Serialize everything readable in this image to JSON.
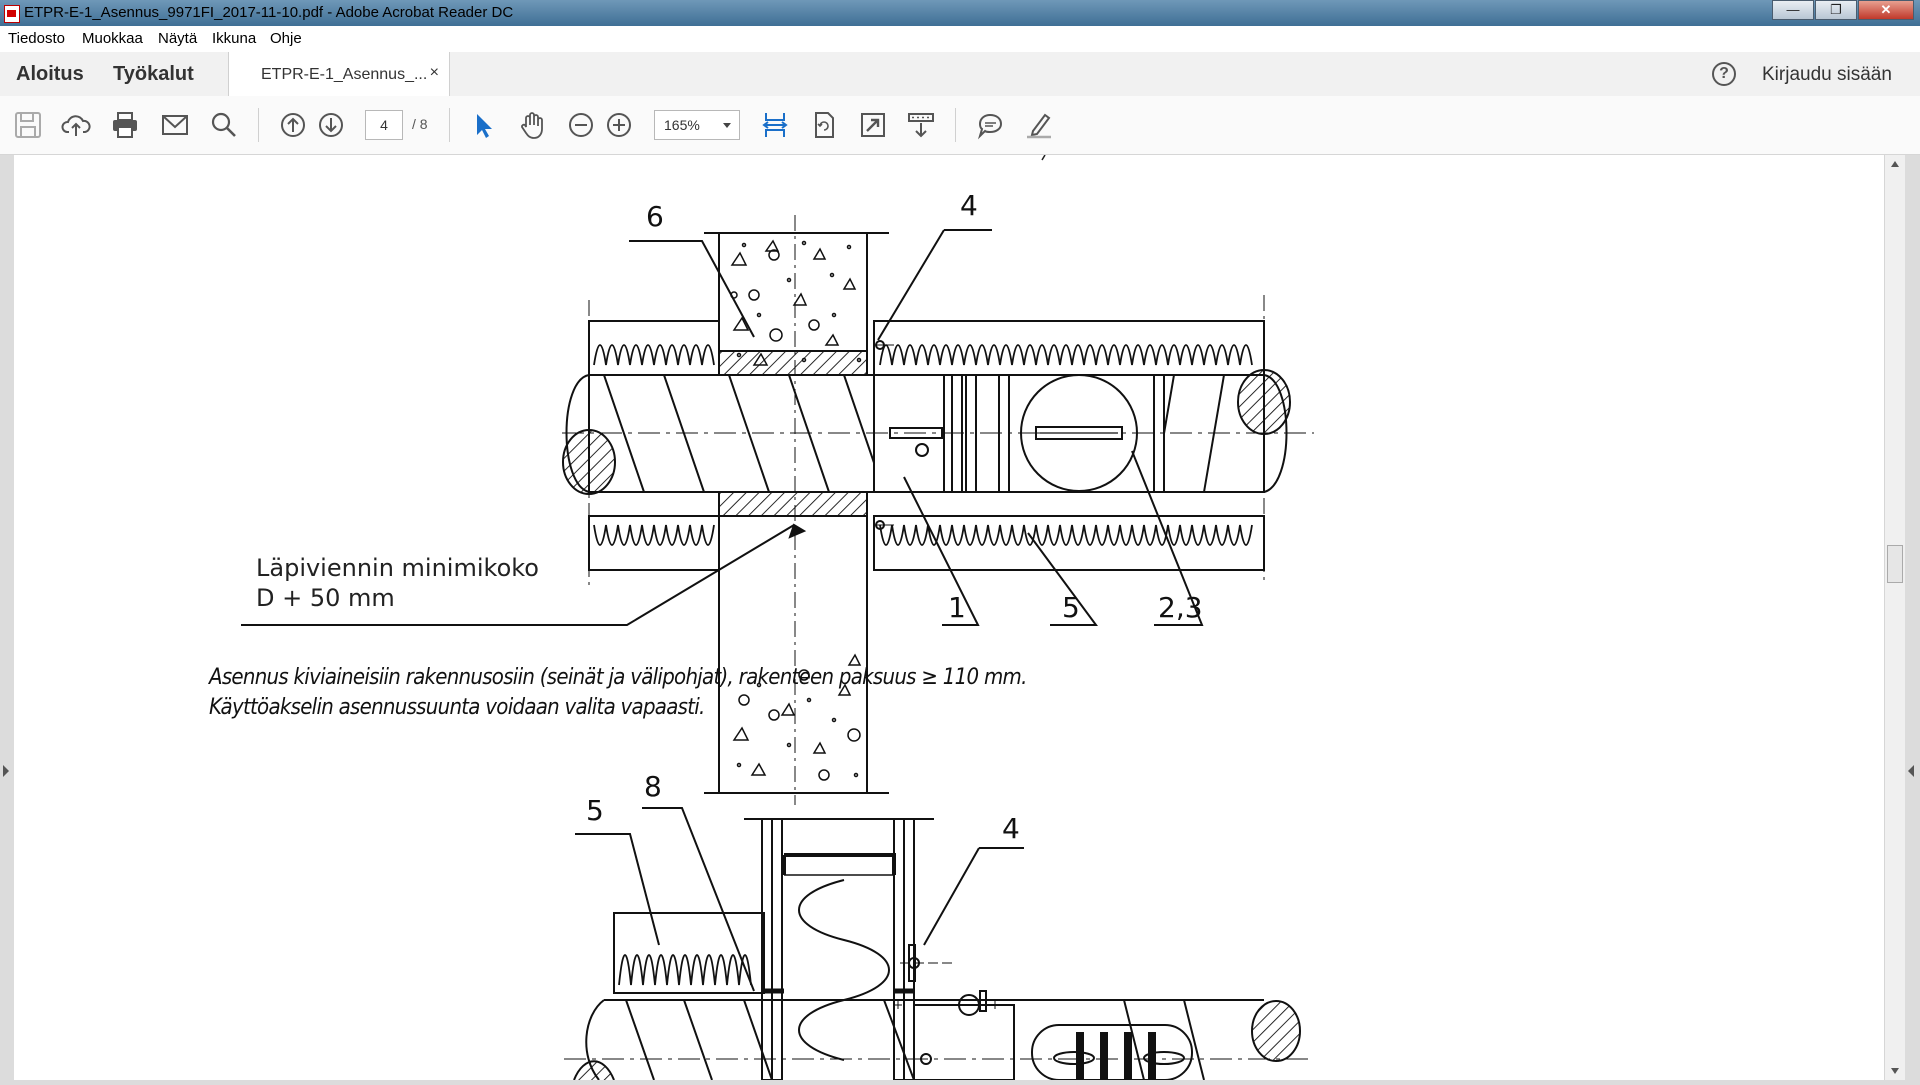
{
  "window": {
    "title": "ETPR-E-1_Asennus_9971FI_2017-11-10.pdf - Adobe Acrobat Reader DC",
    "buttons": {
      "minimize": "—",
      "restore": "❐",
      "close": "✕"
    }
  },
  "menu": [
    "Tiedosto",
    "Muokkaa",
    "Näytä",
    "Ikkuna",
    "Ohje"
  ],
  "tabs": {
    "home": "Aloitus",
    "tools": "Työkalut",
    "document": "ETPR-E-1_Asennus_...",
    "close": "×",
    "help": "?",
    "signin": "Kirjaudu sisään"
  },
  "toolbar": {
    "page_current": "4",
    "page_total": "/ 8",
    "zoom": "165%"
  },
  "drawing1": {
    "labels": {
      "l6": "6",
      "l4": "4",
      "l1": "1",
      "l5": "5",
      "l23": "2,3"
    },
    "note_line1": "Läpiviennin minimikoko",
    "note_line2": "D + 50 mm"
  },
  "caption": {
    "line1": "Asennus kiviaineisiin rakennusosiin (seinät ja välipohjat), rakenteen paksuus ≥ 110 mm.",
    "line2": "Käyttöakselin asennussuunta voidaan valita vapaasti."
  },
  "drawing2": {
    "labels": {
      "l5": "5",
      "l8": "8",
      "l4": "4"
    }
  }
}
